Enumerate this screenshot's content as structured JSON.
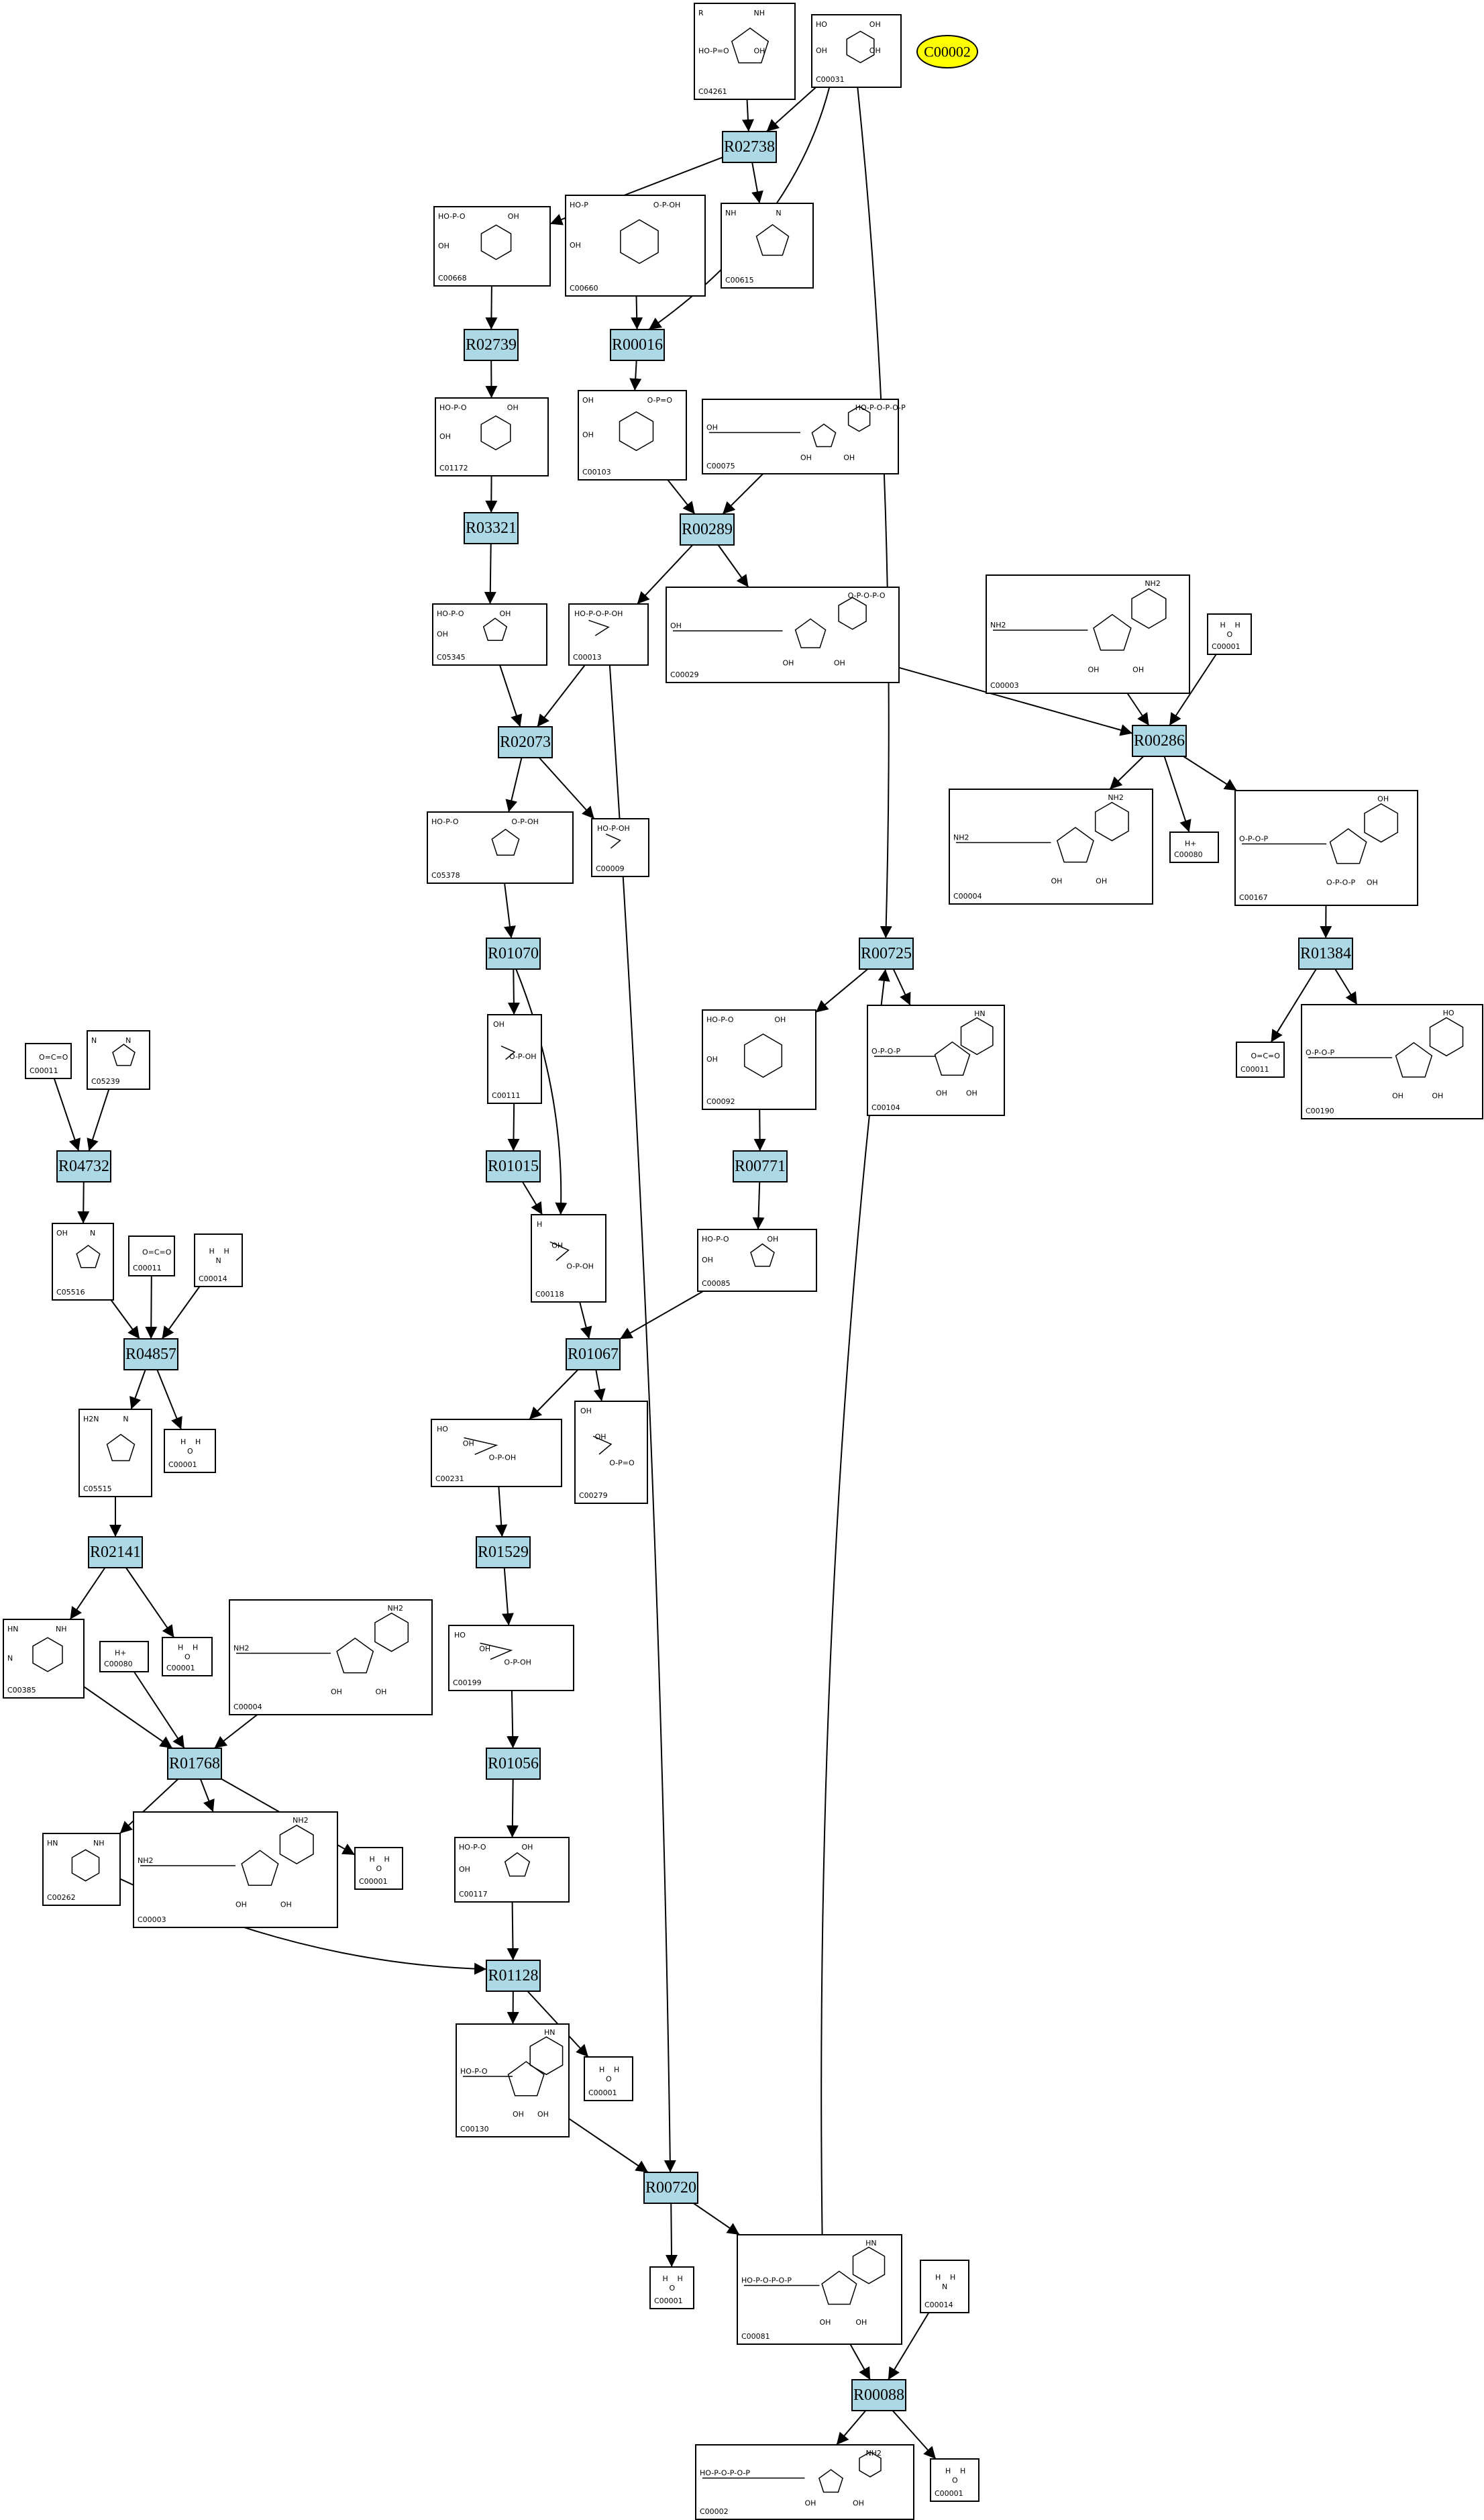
{
  "target": "C00002",
  "reactions": [
    "R02738",
    "R02739",
    "R00016",
    "R03321",
    "R00289",
    "R02073",
    "R00286",
    "R01070",
    "R00725",
    "R01384",
    "R04732",
    "R01015",
    "R00771",
    "R04857",
    "R01067",
    "R02141",
    "R01529",
    "R01768",
    "R01056",
    "R01128",
    "R00720",
    "R00088"
  ],
  "compounds": [
    {
      "id": "C04261",
      "kind": "ring5",
      "atoms": [
        "R",
        "NH",
        "HO-P=O",
        "OH"
      ]
    },
    {
      "id": "C00031",
      "kind": "ring6",
      "atoms": [
        "HO",
        "OH",
        "OH",
        "OH"
      ]
    },
    {
      "id": "C00668",
      "kind": "ring6p",
      "atoms": [
        "HO-P-O",
        "OH",
        "OH"
      ]
    },
    {
      "id": "C00660",
      "kind": "ring6p",
      "atoms": [
        "HO-P",
        "O-P-OH",
        "OH"
      ]
    },
    {
      "id": "C00615",
      "kind": "ring5",
      "atoms": [
        "NH",
        "N"
      ]
    },
    {
      "id": "C01172",
      "kind": "ring6p",
      "atoms": [
        "HO-P-O",
        "OH",
        "OH"
      ]
    },
    {
      "id": "C00103",
      "kind": "ring6p",
      "atoms": [
        "OH",
        "O-P=O",
        "OH"
      ]
    },
    {
      "id": "C00075",
      "kind": "nucleotide",
      "atoms": [
        "HO-P-O-P-O-P",
        "OH",
        "OH"
      ]
    },
    {
      "id": "C05345",
      "kind": "ring5",
      "atoms": [
        "HO-P-O",
        "OH",
        "OH"
      ]
    },
    {
      "id": "C00013",
      "kind": "small",
      "atoms": [
        "HO-P-O-P-OH"
      ]
    },
    {
      "id": "C00029",
      "kind": "nucleotide",
      "atoms": [
        "O-P-O-P-O",
        "OH",
        "OH"
      ]
    },
    {
      "id": "C00003",
      "kind": "nucleotide",
      "atoms": [
        "NH2",
        "NH2",
        "OH",
        "OH"
      ]
    },
    {
      "id": "C00001",
      "kind": "water",
      "atoms": [
        "H",
        "O",
        "H"
      ]
    },
    {
      "id": "C05378",
      "kind": "ring5",
      "atoms": [
        "HO-P-O",
        "O-P-OH"
      ]
    },
    {
      "id": "C00009",
      "kind": "small",
      "atoms": [
        "HO-P-OH"
      ]
    },
    {
      "id": "C00004",
      "kind": "nucleotide",
      "atoms": [
        "NH2",
        "NH2",
        "OH",
        "OH"
      ]
    },
    {
      "id": "C00080",
      "kind": "text",
      "atoms": [
        "H+"
      ]
    },
    {
      "id": "C00167",
      "kind": "nucleotide",
      "atoms": [
        "OH",
        "O-P-O-P",
        "OH"
      ]
    },
    {
      "id": "C00011",
      "kind": "text",
      "atoms": [
        "O=C=O"
      ]
    },
    {
      "id": "C05239",
      "kind": "ring5",
      "atoms": [
        "N",
        "N"
      ]
    },
    {
      "id": "C00111",
      "kind": "small",
      "atoms": [
        "OH",
        "O-P-OH"
      ]
    },
    {
      "id": "C00092",
      "kind": "ring6p",
      "atoms": [
        "HO-P-O",
        "OH",
        "OH"
      ]
    },
    {
      "id": "C00104",
      "kind": "nucleotide",
      "atoms": [
        "HN",
        "O-P-O-P",
        "OH",
        "OH"
      ]
    },
    {
      "id": "C00190",
      "kind": "nucleotide",
      "atoms": [
        "HO",
        "O-P-O-P",
        "OH",
        "OH"
      ]
    },
    {
      "id": "C05516",
      "kind": "ring5",
      "atoms": [
        "OH",
        "N"
      ]
    },
    {
      "id": "C00014",
      "kind": "water",
      "atoms": [
        "H",
        "N",
        "H"
      ]
    },
    {
      "id": "C00118",
      "kind": "small",
      "atoms": [
        "H",
        "OH",
        "O-P-OH"
      ]
    },
    {
      "id": "C00085",
      "kind": "ring5",
      "atoms": [
        "HO-P-O",
        "OH",
        "OH"
      ]
    },
    {
      "id": "C05515",
      "kind": "ring5",
      "atoms": [
        "H2N",
        "N"
      ]
    },
    {
      "id": "C00231",
      "kind": "small",
      "atoms": [
        "HO",
        "OH",
        "O-P-OH"
      ]
    },
    {
      "id": "C00279",
      "kind": "small",
      "atoms": [
        "OH",
        "OH",
        "O-P=O"
      ]
    },
    {
      "id": "C00385",
      "kind": "ring6",
      "atoms": [
        "HN",
        "NH",
        "N"
      ]
    },
    {
      "id": "C00199",
      "kind": "small",
      "atoms": [
        "HO",
        "OH",
        "O-P-OH"
      ]
    },
    {
      "id": "C00262",
      "kind": "ring6",
      "atoms": [
        "HN",
        "NH"
      ]
    },
    {
      "id": "C00117",
      "kind": "ring5",
      "atoms": [
        "HO-P-O",
        "OH",
        "OH"
      ]
    },
    {
      "id": "C00130",
      "kind": "nucleotide",
      "atoms": [
        "HN",
        "HO-P-O",
        "OH",
        "OH"
      ]
    },
    {
      "id": "C00081",
      "kind": "nucleotide",
      "atoms": [
        "HN",
        "HO-P-O-P-O-P",
        "OH",
        "OH"
      ]
    },
    {
      "id": "C00002",
      "kind": "nucleotide",
      "atoms": [
        "NH2",
        "HO-P-O-P-O-P",
        "OH",
        "OH"
      ]
    }
  ]
}
